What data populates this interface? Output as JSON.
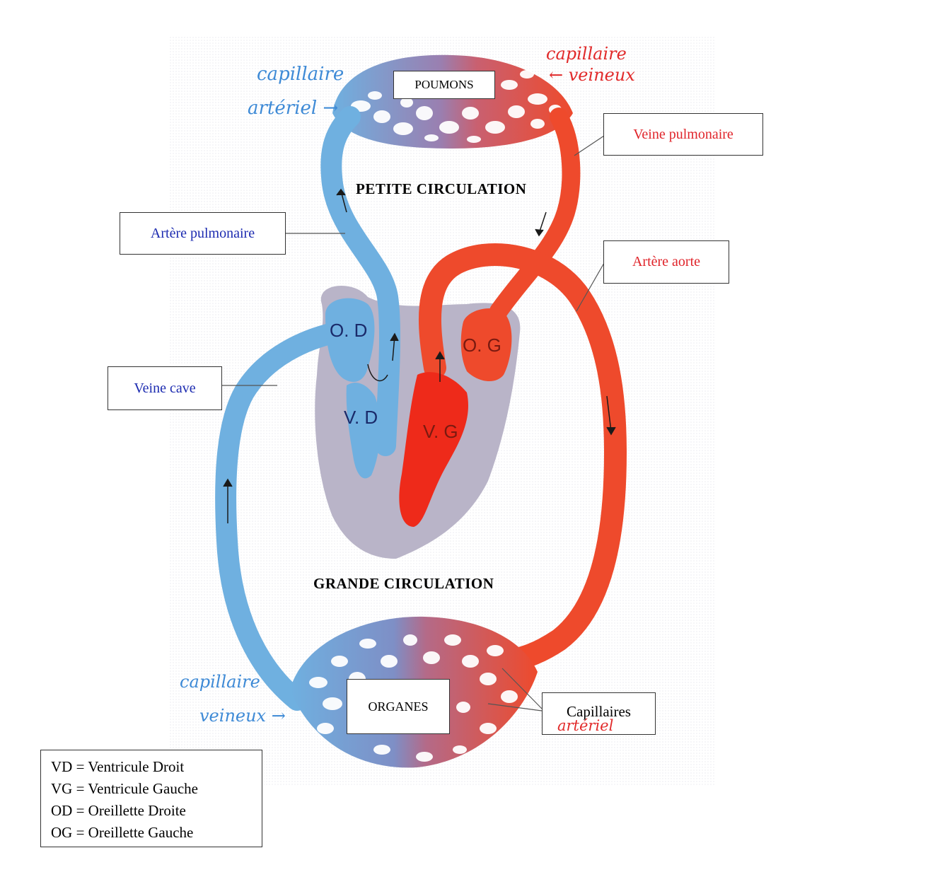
{
  "labels": {
    "poumons": "POUMONS",
    "veine_pulmonaire": "Veine pulmonaire",
    "artere_pulmonaire": "Artère pulmonaire",
    "artere_aorte": "Artère aorte",
    "veine_cave": "Veine cave",
    "organes": "ORGANES",
    "capillaires": "Capillaires"
  },
  "titles": {
    "petite": "PETITE CIRCULATION",
    "grande": "GRANDE CIRCULATION"
  },
  "chambers": {
    "od": "O. D",
    "og": "O. G",
    "vd": "V. D",
    "vg": "V. G"
  },
  "handwriting": {
    "capillaire_arteriel_top_1": "capillaire",
    "capillaire_arteriel_top_2": "artériel",
    "capillaire_veineux_top_1": "capillaire",
    "capillaire_veineux_top_2": "veineux",
    "capillaire_veineux_bottom_1": "capillaire",
    "capillaire_veineux_bottom_2": "veineux",
    "arteriel_bottom": "artériel"
  },
  "legend": [
    "VD = Ventricule Droit",
    "VG = Ventricule Gauche",
    "OD = Oreillette Droite",
    "OG = Oreillette Gauche"
  ],
  "colors": {
    "deoxygenated": "#6fb0e0",
    "oxygenated": "#ee4a2c",
    "heart": "#b9b4c8",
    "label_blue": "#1c2bb0",
    "label_red": "#e0242a",
    "hand_blue": "#3e8ad6",
    "hand_red": "#e12a2a"
  }
}
